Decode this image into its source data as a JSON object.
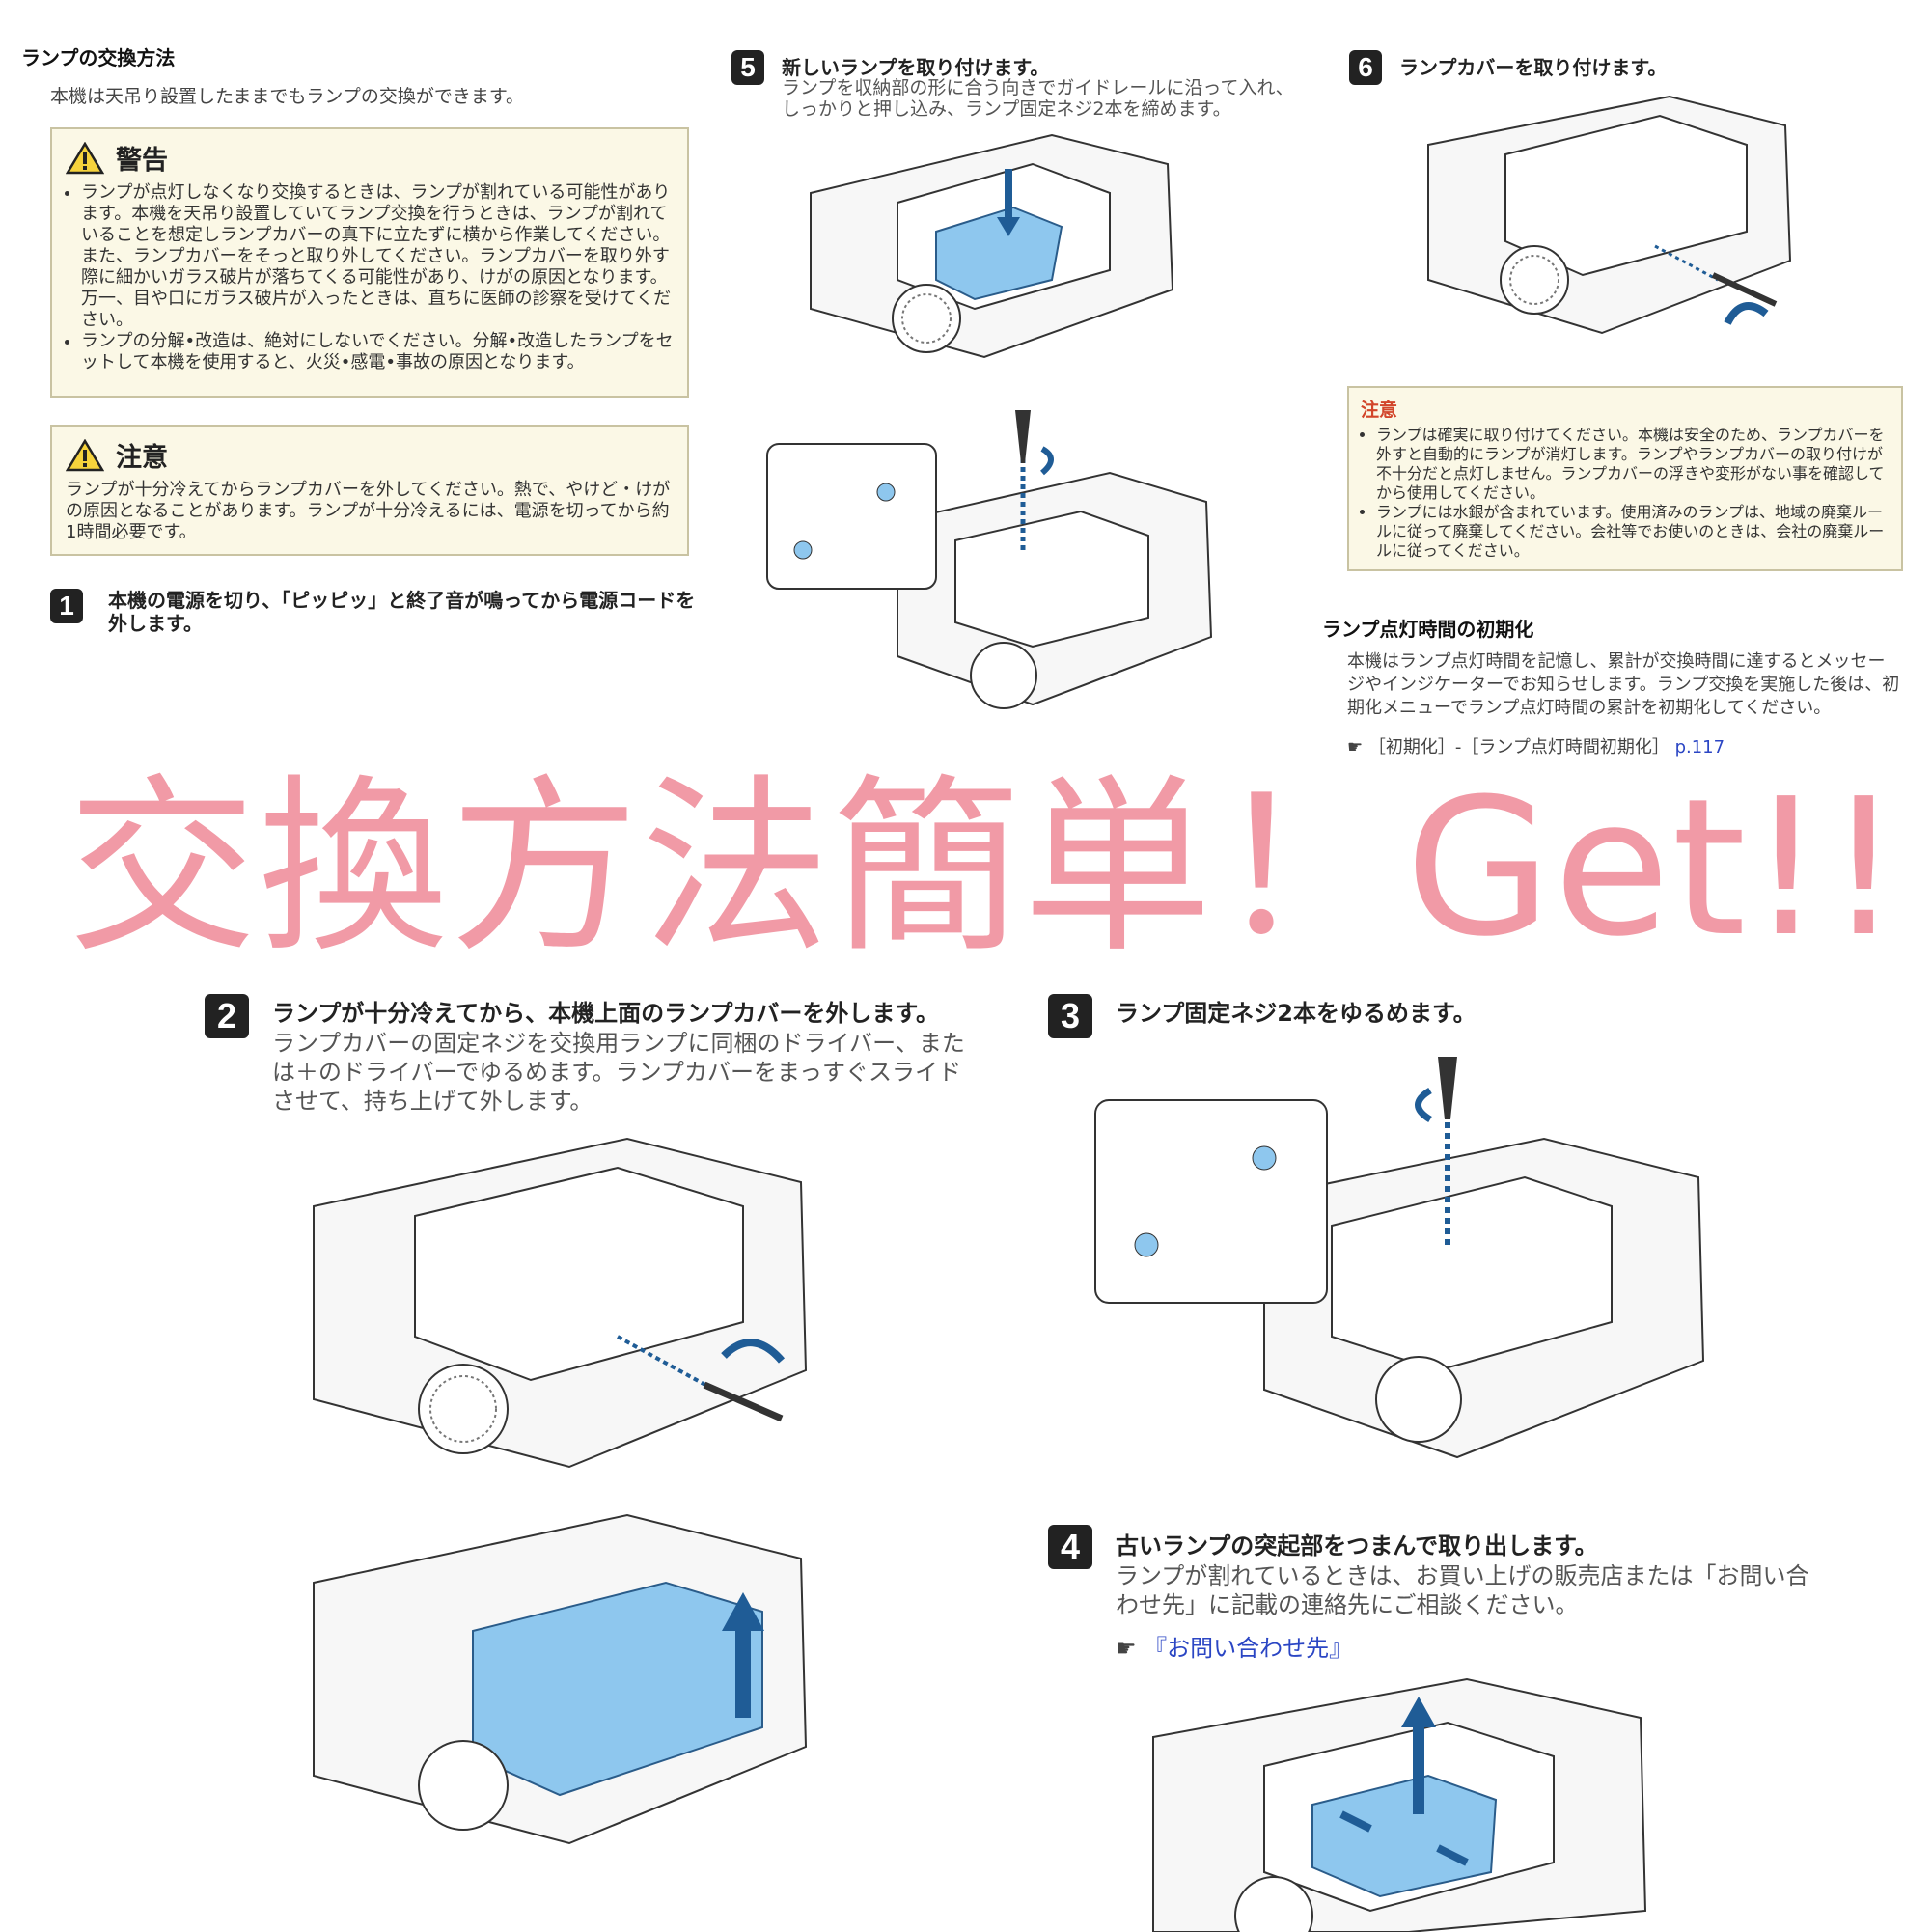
{
  "section": {
    "title": "ランプの交換方法",
    "intro": "本機は天吊り設置したままでもランプの交換ができます。"
  },
  "warning_box": {
    "title": "警告",
    "items": [
      "ランプが点灯しなくなり交換するときは、ランプが割れている可能性があります。本機を天吊り設置していてランプ交換を行うときは、ランプが割れていることを想定しランプカバーの真下に立たずに横から作業してください。また、ランプカバーをそっと取り外してください。ランプカバーを取り外す際に細かいガラス破片が落ちてくる可能性があり、けがの原因となります。万一、目や口にガラス破片が入ったときは、直ちに医師の診察を受けてください。",
      "ランプの分解•改造は、絶対にしないでください。分解•改造したランプをセットして本機を使用すると、火災•感電•事故の原因となります。"
    ]
  },
  "caution_box": {
    "title": "注意",
    "text": "ランプが十分冷えてからランプカバーを外してください。熱で、やけど・けがの原因となることがあります。ランプが十分冷えるには、電源を切ってから約1時間必要です。"
  },
  "steps": {
    "s1": {
      "num": "1",
      "title": "本機の電源を切り、「ピッピッ」と終了音が鳴ってから電源コードを外します。"
    },
    "s5": {
      "num": "5",
      "title": "新しいランプを取り付けます。",
      "desc": "ランプを収納部の形に合う向きでガイドレールに沿って入れ、しっかりと押し込み、ランプ固定ネジ2本を締めます。"
    },
    "s6": {
      "num": "6",
      "title": "ランプカバーを取り付けます。"
    },
    "s2": {
      "num": "2",
      "title": "ランプが十分冷えてから、本機上面のランプカバーを外します。",
      "desc": "ランプカバーの固定ネジを交換用ランプに同梱のドライバー、または＋のドライバーでゆるめます。ランプカバーをまっすぐスライドさせて、持ち上げて外します。"
    },
    "s3": {
      "num": "3",
      "title": "ランプ固定ネジ2本をゆるめます。"
    },
    "s4": {
      "num": "4",
      "title": "古いランプの突起部をつまんで取り出します。",
      "desc": "ランプが割れているときは、お買い上げの販売店または「お問い合わせ先」に記載の連絡先にご相談ください。",
      "link": "『お問い合わせ先』"
    }
  },
  "caution2": {
    "title": "注意",
    "items": [
      "ランプは確実に取り付けてください。本機は安全のため、ランプカバーを外すと自動的にランプが消灯します。ランプやランプカバーの取り付けが不十分だと点灯しません。ランプカバーの浮きや変形がない事を確認してから使用してください。",
      "ランプには水銀が含まれています。使用済みのランプは、地域の廃棄ルールに従って廃棄してください。会社等でお使いのときは、会社の廃棄ルールに従ってください。"
    ]
  },
  "reset": {
    "title": "ランプ点灯時間の初期化",
    "text": "本機はランプ点灯時間を記憶し、累計が交換時間に達するとメッセージやインジケーターでお知らせします。ランプ交換を実施した後は、初期化メニューでランプ点灯時間の累計を初期化してください。",
    "ref": "［初期化］-［ランプ点灯時間初期化］",
    "page": "p.117"
  },
  "promo": "交換方法簡単！Get!!",
  "colors": {
    "promo": "#f19aa6",
    "highlight": "#8ec7ee",
    "arrow": "#1f5c96",
    "box_bg": "#fbf8e6"
  }
}
